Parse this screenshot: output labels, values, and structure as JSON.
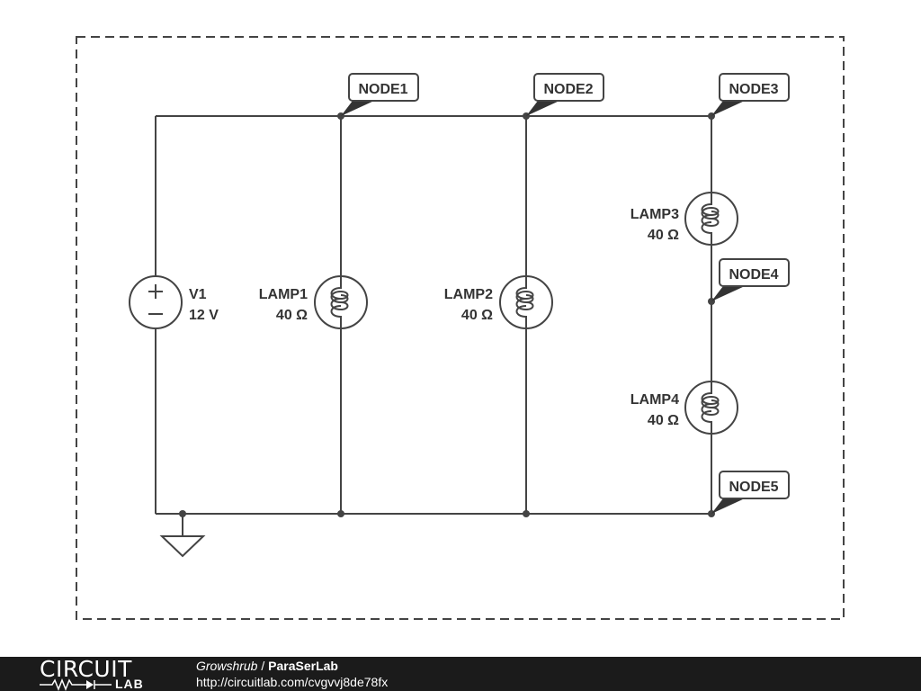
{
  "diagram": {
    "nodes": [
      {
        "id": "node1",
        "label": "NODE1"
      },
      {
        "id": "node2",
        "label": "NODE2"
      },
      {
        "id": "node3",
        "label": "NODE3"
      },
      {
        "id": "node4",
        "label": "NODE4"
      },
      {
        "id": "node5",
        "label": "NODE5"
      }
    ],
    "components": [
      {
        "id": "v1",
        "type": "voltage-source",
        "name": "V1",
        "value": "12 V"
      },
      {
        "id": "lamp1",
        "type": "lamp",
        "name": "LAMP1",
        "value": "40 Ω"
      },
      {
        "id": "lamp2",
        "type": "lamp",
        "name": "LAMP2",
        "value": "40 Ω"
      },
      {
        "id": "lamp3",
        "type": "lamp",
        "name": "LAMP3",
        "value": "40 Ω"
      },
      {
        "id": "lamp4",
        "type": "lamp",
        "name": "LAMP4",
        "value": "40 Ω"
      }
    ],
    "ground": {
      "type": "ground-symbol"
    }
  },
  "footer": {
    "logo_main": "CIRCUIT",
    "logo_sub": "LAB",
    "user": "Growshrub",
    "separator": " / ",
    "project": "ParaSerLab",
    "url": "http://circuitlab.com/cvgvvj8de78fx"
  },
  "colors": {
    "wire": "#444444",
    "label_text": "#333333",
    "footer_bg": "#1b1b1b",
    "footer_text": "#ffffff"
  }
}
